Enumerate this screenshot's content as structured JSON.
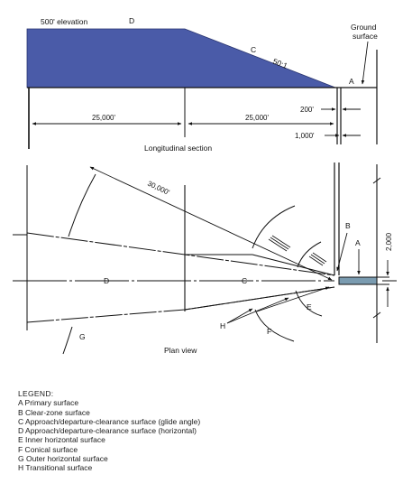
{
  "section": {
    "elevation_label": "500' elevation",
    "letter_d": "D",
    "letter_c": "C",
    "slope": "50:1",
    "ground_surface_line1": "Ground",
    "ground_surface_line2": "surface",
    "letter_a": "A",
    "dim_25000_left": "25,000'",
    "dim_25000_right": "25,000'",
    "dim_200": "200'",
    "dim_1000": "1,000'",
    "caption": "Longitudinal section"
  },
  "plan": {
    "dim_30000": "30,000'",
    "letter_b": "B",
    "letter_a": "A",
    "dim_2000": "2,000",
    "letter_d": "D",
    "letter_c": "C",
    "letter_e": "E",
    "letter_h": "H",
    "letter_f": "F",
    "letter_g": "G",
    "caption": "Plan view"
  },
  "legend": {
    "title": "LEGEND:",
    "items": [
      "A Primary surface",
      "B Clear-zone surface",
      "C Approach/departure-clearance surface (glide angle)",
      "D Approach/departure-clearance surface (horizontal)",
      "E Inner horizontal surface",
      "F Conical surface",
      "G Outer horizontal surface",
      "H Transitional surface"
    ]
  },
  "colors": {
    "surface_fill": "#4a5ba8",
    "line": "#1a1a1a",
    "runway_fill": "#7a9bb0"
  }
}
